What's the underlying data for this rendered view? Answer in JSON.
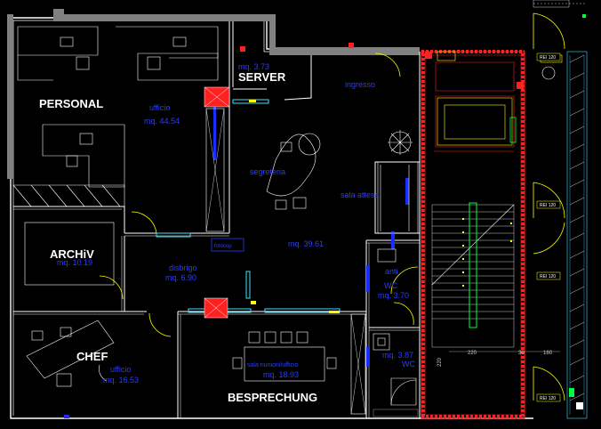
{
  "rooms": {
    "personal": {
      "name": "PERSONAL",
      "use": "ufficio",
      "area": "mq. 44.54"
    },
    "server": {
      "name": "SERVER",
      "area": "mq. 3.73"
    },
    "ingresso": {
      "name": "ingresso"
    },
    "segreteria": {
      "name": "segreteria"
    },
    "sala_attesa": {
      "name": "sala attesa"
    },
    "main_area": {
      "area": "mq. 39.61"
    },
    "archiv": {
      "name": "ARCHiV",
      "area": "mq. 10.19"
    },
    "disimpegno": {
      "name": "disbrigo",
      "area": "mq. 6.90"
    },
    "chef": {
      "name": "CHEF",
      "use": "ufficio",
      "area": "mq. 16.53"
    },
    "besprechung": {
      "name": "BESPRECHUNG",
      "use": "sala riunioni/ufficio",
      "area": "mq. 18.93"
    },
    "anti": {
      "name": "anti"
    },
    "wc1": {
      "name": "WC",
      "area": "mq. 3.70"
    },
    "wc2": {
      "name": "WC",
      "area": "mq. 3.87"
    },
    "fotocopy": {
      "name": "fotocop"
    }
  },
  "dimensions": [
    "220",
    "30",
    "160",
    "220"
  ],
  "door_tags": [
    "REI 120",
    "REI 120",
    "REI 120",
    "REI 120"
  ],
  "colors": {
    "background": "#000000",
    "wall_white": "#ffffff",
    "wall_grey": "#808080",
    "stair_red": "#ff2020",
    "text_blue": "#2a3cff",
    "door_yellow": "#ffff00",
    "window_cyan": "#40e0ff",
    "elevator_green": "#00ff40",
    "hatch_magenta": "#ff40ff"
  }
}
